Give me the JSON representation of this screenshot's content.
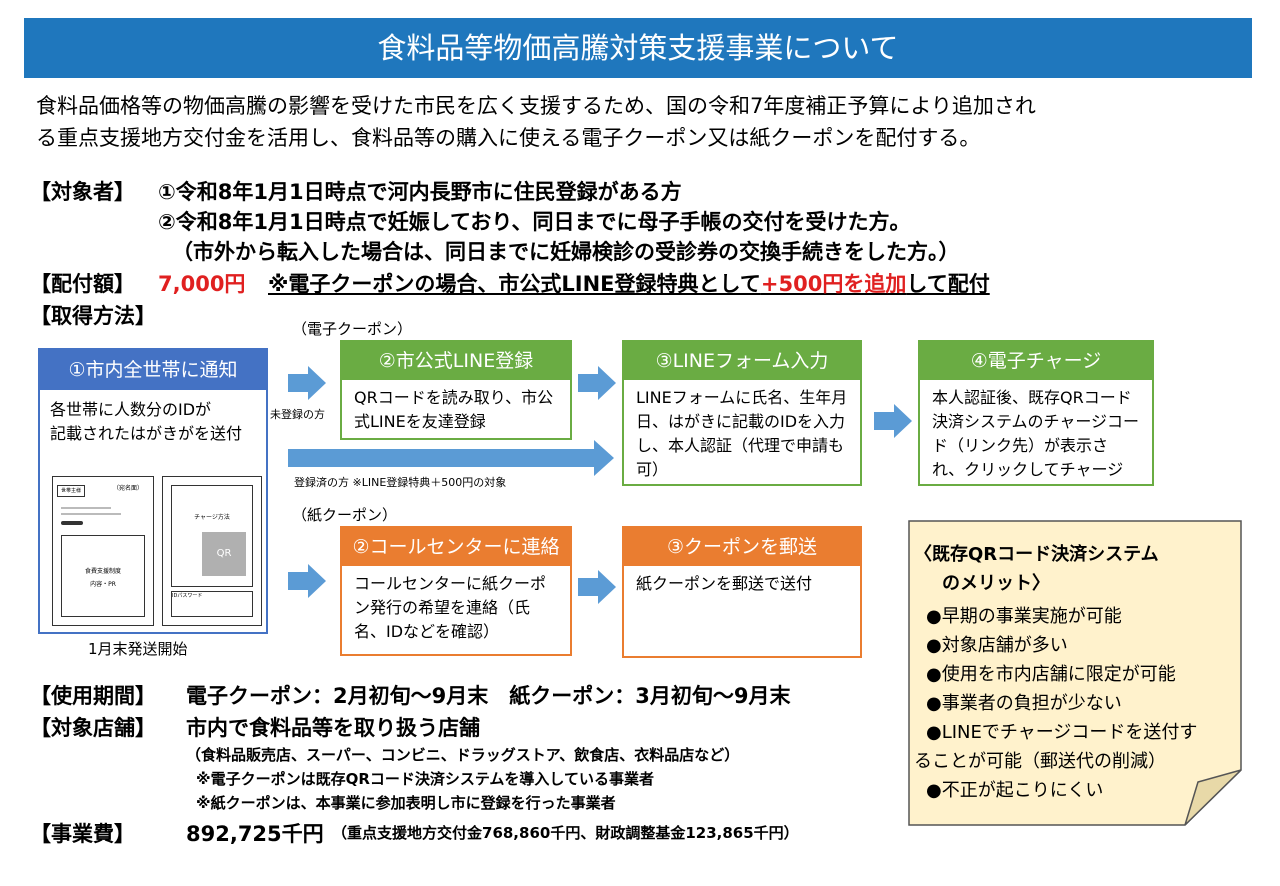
{
  "title": "食料品等物価高騰対策支援事業について",
  "intro": [
    "食料品価格等の物価高騰の影響を受けた市民を広く支援するため、国の令和7年度補正予算により追加され",
    "る重点支援地方交付金を活用し、食料品等の購入に使える電子クーポン又は紙クーポンを配付する。"
  ],
  "target": {
    "label": "【対象者】",
    "line1": "①令和8年1月1日時点で河内長野市に住民登録がある方",
    "line2": "②令和8年1月1日時点で妊娠しており、同日までに母子手帳の交付を受けた方。",
    "line3": "（市外から転入した場合は、同日までに妊婦検診の受診券の交換手続きをした方。）"
  },
  "amount": {
    "label": "【配付額】",
    "value": "7,000円",
    "note_a": "※電子クーポンの場合、市公式LINE登録特典として",
    "note_b": "+500円を追加",
    "note_c": "して配付"
  },
  "method_label": "【取得方法】",
  "notice": {
    "header": "①市内全世帯に通知",
    "text1": "各世帯に人数分のIDが",
    "text2": "記載されたはがきがを送付",
    "card_a_tag": "世帯主様",
    "card_a_small": "（宛名面）",
    "card_a_title": "食費支援制度",
    "card_a_sub": "内容・PR",
    "card_b_title": "チャージ方法",
    "card_b_qr": "QR",
    "card_b_tbl": "IDパスワード",
    "footer": "1月末発送開始"
  },
  "electronic": {
    "section": "（電子クーポン）",
    "unregistered": "未登録の方",
    "registered": "登録済の方 ※LINE登録特典＋500円の対象",
    "step2_title": "②市公式LINE登録",
    "step2_body": "QRコードを読み取り、市公式LINEを友達登録",
    "step3_title": "③LINEフォーム入力",
    "step3_body": "LINEフォームに氏名、生年月日、はがきに記載のIDを入力し、本人認証（代理で申請も可）",
    "step4_title": "④電子チャージ",
    "step4_body": "本人認証後、既存QRコード決済システムのチャージコード（リンク先）が表示され、クリックしてチャージ"
  },
  "paper": {
    "section": "（紙クーポン）",
    "step2_title": "②コールセンターに連絡",
    "step2_body": "コールセンターに紙クーポン発行の希望を連絡（氏名、IDなどを確認）",
    "step3_title": "③クーポンを郵送",
    "step3_body": "紙クーポンを郵送で送付"
  },
  "merit": {
    "title1": "〈既存QRコード決済システム",
    "title2": "のメリット〉",
    "items": [
      "●早期の事業実施が可能",
      "●対象店舗が多い",
      "●使用を市内店舗に限定が可能",
      "●事業者の負担が少ない",
      "●LINEでチャージコードを送付す",
      "ることが可能（郵送代の削減）",
      "●不正が起こりにくい"
    ]
  },
  "period": {
    "label": "【使用期間】",
    "value": "電子クーポン：2月初旬～9月末　紙クーポン：3月初旬～9月末"
  },
  "stores": {
    "label": "【対象店舗】",
    "value": "市内で食料品等を取り扱う店舗",
    "note1": "（食料品販売店、スーパー、コンビニ、ドラッグストア、飲食店、衣料品店など）",
    "note2": "※電子クーポンは既存QRコード決済システムを導入している事業者",
    "note3": "※紙クーポンは、本事業に参加表明し市に登録を行った事業者"
  },
  "cost": {
    "label": "【事業費】",
    "value": "892,725千円",
    "detail": "（重点支援地方交付金768,860千円、財政調整基金123,865千円）"
  },
  "colors": {
    "title_bg": "#1f77bd",
    "notice_bg": "#4472c4",
    "green": "#6aac43",
    "orange": "#ea7d30",
    "arrow": "#5b9bd5",
    "red": "#e02020",
    "merit_bg": "#fff2cc"
  }
}
